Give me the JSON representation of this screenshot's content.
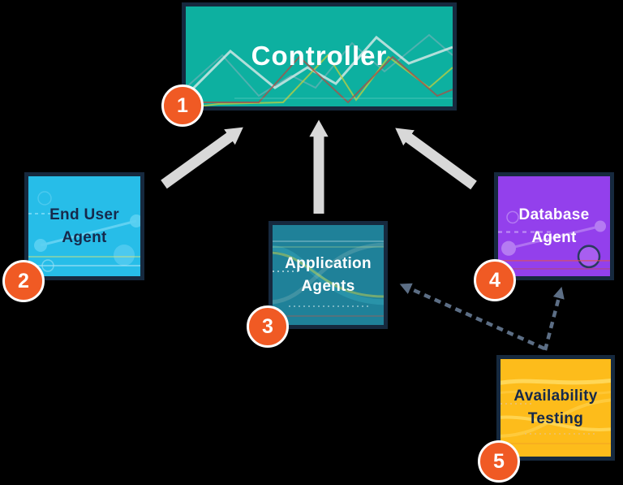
{
  "nodes": {
    "controller": {
      "label": "Controller",
      "number": "1"
    },
    "end_user": {
      "label": "End User Agent",
      "number": "2"
    },
    "application": {
      "label": "Application Agents",
      "number": "3"
    },
    "database": {
      "label": "Database Agent",
      "number": "4"
    },
    "availability": {
      "label": "Availability Testing",
      "number": "5"
    }
  },
  "connections": {
    "solid": [
      {
        "from": "end_user",
        "to": "controller"
      },
      {
        "from": "application",
        "to": "controller"
      },
      {
        "from": "database",
        "to": "controller"
      }
    ],
    "dashed": [
      {
        "from": "availability",
        "to": "application"
      },
      {
        "from": "availability",
        "to": "database"
      }
    ]
  },
  "colors": {
    "background": "#000000",
    "box_border": "#16293e",
    "controller_fill": "#0db0a0",
    "end_user_fill": "#27bde8",
    "application_fill": "#1f8199",
    "database_fill": "#9340ec",
    "availability_fill": "#fdbc1b",
    "badge": "#f05a24",
    "solid_arrow": "#d8d8d8",
    "dashed_arrow": "#5c6e85",
    "navy_text": "#16294b",
    "white_text": "#ffffff"
  }
}
